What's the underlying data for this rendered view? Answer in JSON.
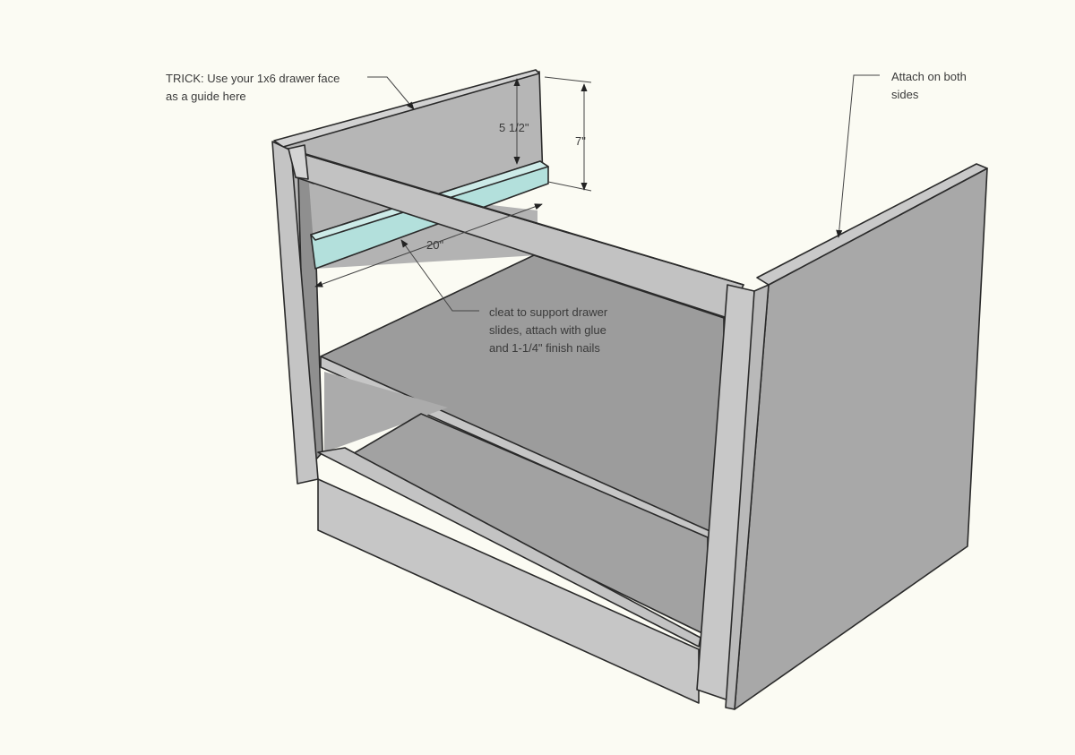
{
  "annotations": {
    "trick_line1": "TRICK: Use your 1x6 drawer face",
    "trick_line2": "as a guide here",
    "attach_line1": "Attach on both",
    "attach_line2": "sides",
    "cleat_line1": "cleat to support drawer",
    "cleat_line2": "slides, attach with glue",
    "cleat_line3": "and 1-1/4\" finish nails"
  },
  "dimensions": {
    "inner_height": "5 1/2\"",
    "outer_height": "7\"",
    "cleat_length": "20\""
  },
  "colors": {
    "background": "#fbfbf3",
    "panel_light": "#c9c9c9",
    "panel_mid": "#b4b4b4",
    "panel_dark": "#9d9d9d",
    "panel_darker": "#8e8e8e",
    "cleat": "#b3e0dc"
  }
}
